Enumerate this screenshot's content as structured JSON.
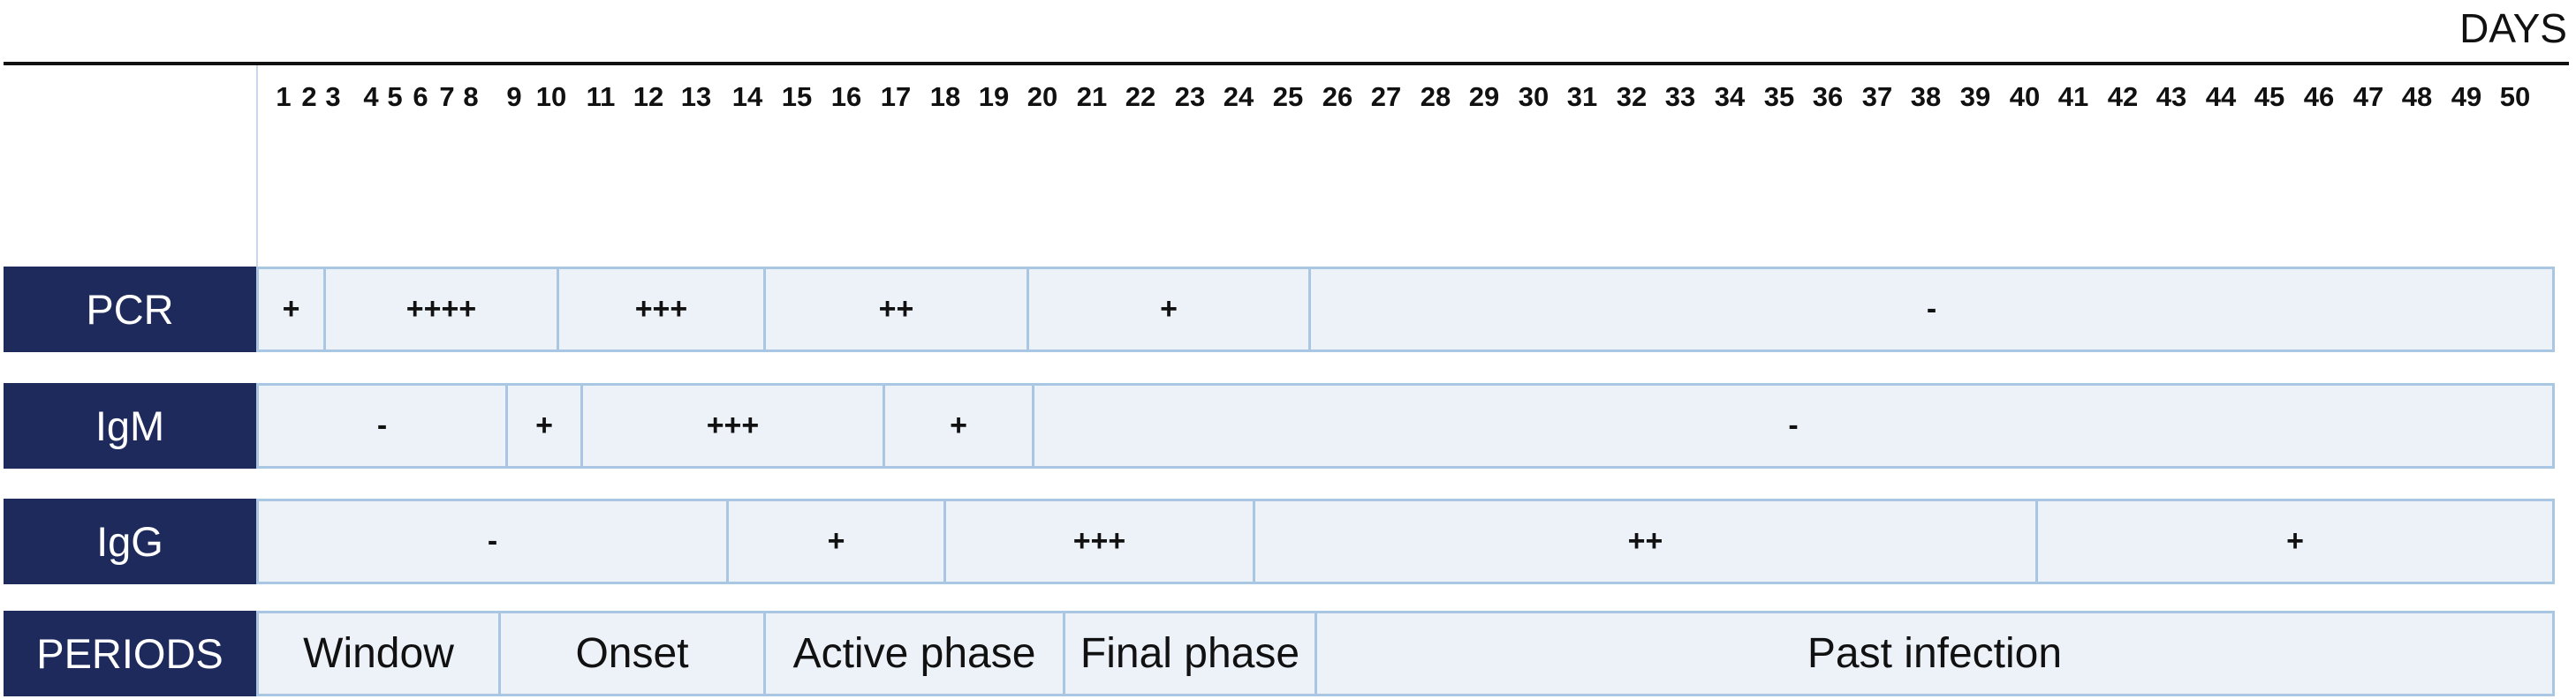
{
  "header": {
    "days_label": "DAYS"
  },
  "days": [
    1,
    2,
    3,
    4,
    5,
    6,
    7,
    8,
    9,
    10,
    11,
    12,
    13,
    14,
    15,
    16,
    17,
    18,
    19,
    20,
    21,
    22,
    23,
    24,
    25,
    26,
    27,
    28,
    29,
    30,
    31,
    32,
    33,
    34,
    35,
    36,
    37,
    38,
    39,
    40,
    41,
    42,
    43,
    44,
    45,
    46,
    47,
    48,
    49,
    50
  ],
  "rows": [
    {
      "label": "PCR",
      "segments": [
        {
          "text": "+"
        },
        {
          "text": "++++"
        },
        {
          "text": "+++"
        },
        {
          "text": "++"
        },
        {
          "text": "+"
        },
        {
          "text": "-"
        }
      ]
    },
    {
      "label": "IgM",
      "segments": [
        {
          "text": "-"
        },
        {
          "text": "+"
        },
        {
          "text": "+++"
        },
        {
          "text": "+"
        },
        {
          "text": "-"
        }
      ]
    },
    {
      "label": "IgG",
      "segments": [
        {
          "text": "-"
        },
        {
          "text": "+"
        },
        {
          "text": "+++"
        },
        {
          "text": "++"
        },
        {
          "text": "+"
        }
      ]
    },
    {
      "label": "PERIODS",
      "segments": [
        {
          "text": "Window"
        },
        {
          "text": "Onset"
        },
        {
          "text": "Active phase"
        },
        {
          "text": "Final phase"
        },
        {
          "text": "Past infection"
        }
      ]
    }
  ],
  "colors": {
    "label_bg": "#1e2a5c",
    "label_text": "#ffffff",
    "cell_bg": "#edf2f9",
    "cell_border": "#a9c6e2",
    "text": "#111111"
  }
}
